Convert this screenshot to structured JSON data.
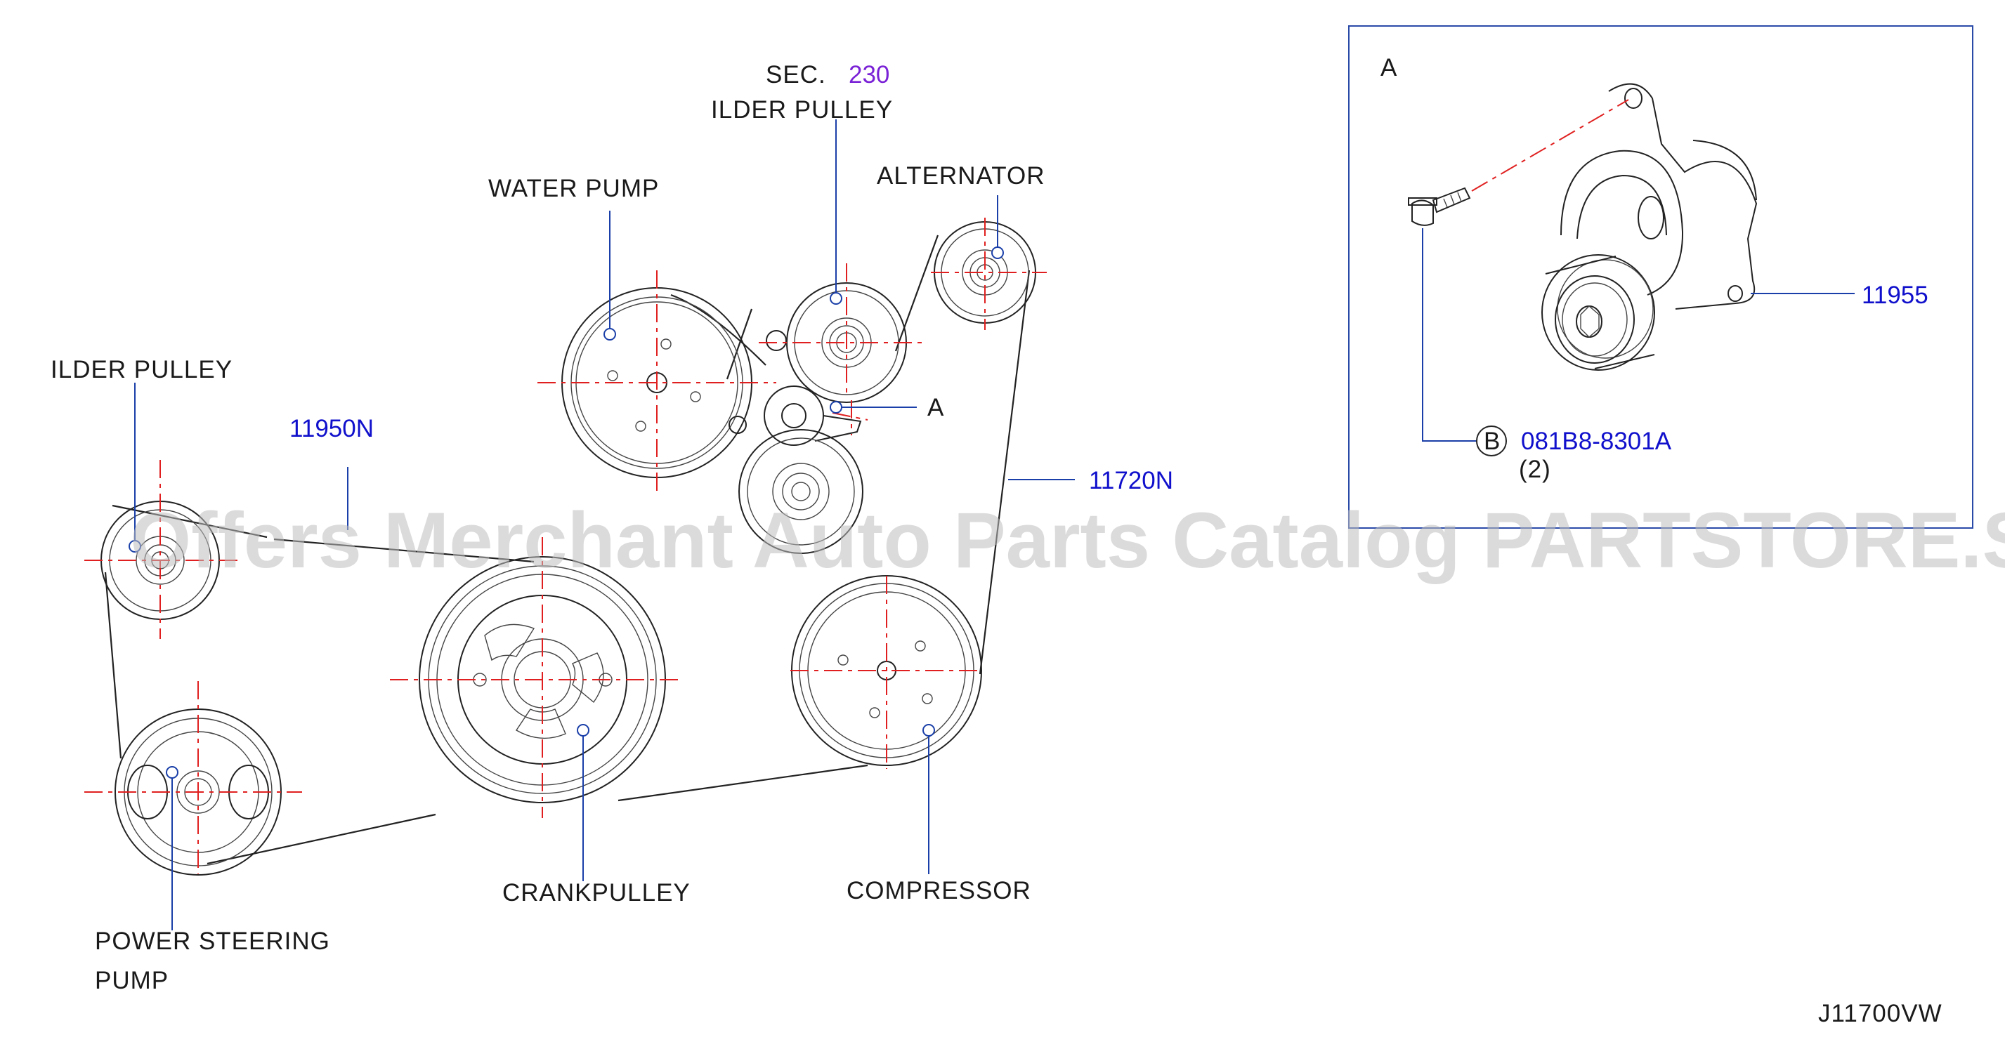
{
  "labels": {
    "sec_prefix": "SEC.",
    "sec_number": "230",
    "ilder_pulley_top": "ILDER  PULLEY",
    "water_pump": "WATER  PUMP",
    "alternator": "ALTERNATOR",
    "detail_ref": "A",
    "ilder_pulley_left": "ILDER  PULLEY",
    "part_11950N": "11950N",
    "part_11720N": "11720N",
    "crankpulley": "CRANKPULLEY",
    "compressor": "COMPRESSOR",
    "power_steering_line1": "POWER  STEERING",
    "power_steering_line2": "PUMP",
    "diagram_code": "J11700VW"
  },
  "detail": {
    "title": "A",
    "part_11955": "11955",
    "bolt_marker": "B",
    "bolt_part": "081B8-8301A",
    "bolt_qty": "(2)"
  },
  "watermark": "Offers Merchant Auto Parts Catalog PARTSTORE.SA",
  "colors": {
    "part_number": "#1010cc",
    "section_number": "#7a22d6",
    "center_line": "#e02020",
    "leader_line": "#1a3fa8",
    "frame": "#2a4aa8"
  }
}
